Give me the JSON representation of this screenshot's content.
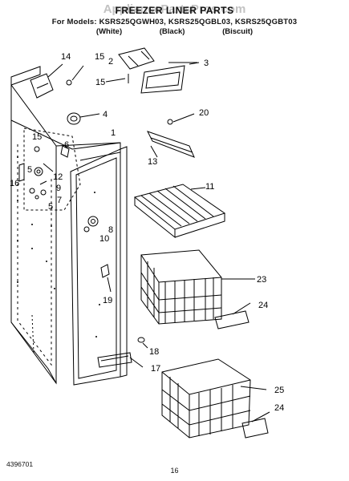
{
  "header": {
    "watermark": "AppliancePartsPros.com",
    "title": "FREEZER LINER PARTS",
    "models": "For Models: KSRS25QGWH03, KSRS25QGBL03, KSRS25QGBT03",
    "colors": [
      "(White)",
      "(Black)",
      "(Biscuit)"
    ]
  },
  "callouts": {
    "c1": "1",
    "c2": "2",
    "c3": "3",
    "c4": "4",
    "c5a": "5",
    "c5b": "5",
    "c6": "6",
    "c7": "7",
    "c8": "8",
    "c9": "9",
    "c10": "10",
    "c11": "11",
    "c12": "12",
    "c13": "13",
    "c14": "14",
    "c15a": "15",
    "c15b": "15",
    "c15c": "15",
    "c16": "16",
    "c17": "17",
    "c18": "18",
    "c19": "19",
    "c20": "20",
    "c23": "23",
    "c24a": "24",
    "c24b": "24",
    "c25": "25"
  },
  "footer": {
    "doc_number": "4396701",
    "page_number": "16"
  }
}
